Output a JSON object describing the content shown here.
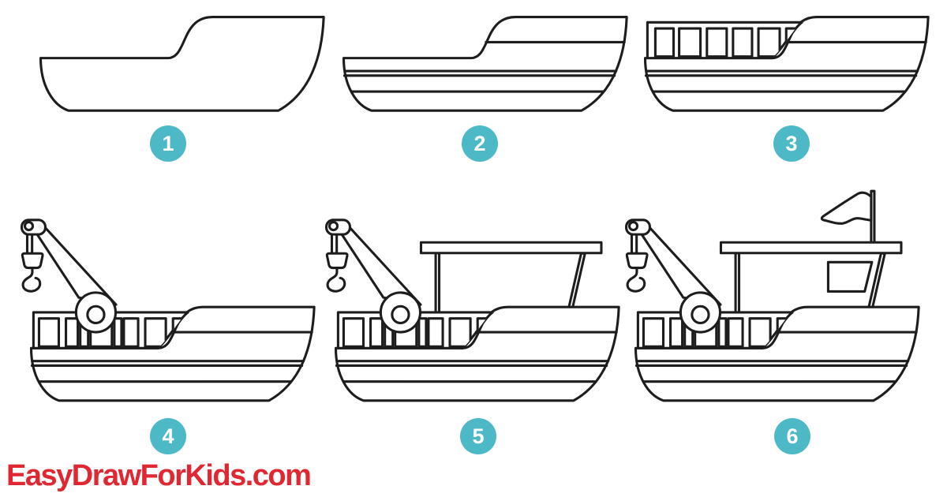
{
  "page": {
    "background": "#ffffff"
  },
  "drawing": {
    "stroke_color": "#1d1d1d",
    "fill_color": "#ffffff"
  },
  "badge": {
    "background_color": "#4db9c7",
    "number_color": "#ffffff"
  },
  "branding": {
    "site_name": "EasyDrawForKids.com",
    "color": "#e02832"
  },
  "steps": [
    {
      "number": "1",
      "name": "boat-hull-outline",
      "features": [
        "hull"
      ]
    },
    {
      "number": "2",
      "name": "boat-hull-with-stripes",
      "features": [
        "hull",
        "stripes"
      ]
    },
    {
      "number": "3",
      "name": "boat-with-window-band",
      "features": [
        "hull",
        "stripes",
        "windows"
      ]
    },
    {
      "number": "4",
      "name": "boat-with-crane-and-hook",
      "features": [
        "hull",
        "stripes",
        "windows",
        "crane"
      ]
    },
    {
      "number": "5",
      "name": "boat-with-canopy-roof",
      "features": [
        "hull",
        "stripes",
        "windows",
        "crane",
        "canopy"
      ]
    },
    {
      "number": "6",
      "name": "finished-boat-with-cabin-window-and-flag",
      "features": [
        "hull",
        "stripes",
        "windows",
        "crane",
        "canopy",
        "cabin-window",
        "flag"
      ]
    }
  ]
}
